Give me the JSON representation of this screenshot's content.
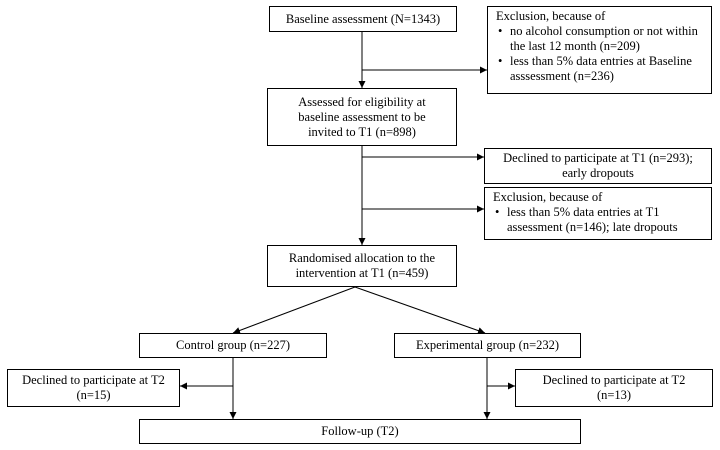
{
  "nodes": {
    "baseline": {
      "label": "Baseline assessment (N=1343)"
    },
    "exclusion_baseline": {
      "heading": "Exclusion, because of",
      "items": [
        "no alcohol consumption or not within the last 12 month (n=209)",
        "less than 5% data entries at Baseline asssessment (n=236)"
      ]
    },
    "eligibility": {
      "lines": [
        "Assessed for eligibility at",
        "baseline assessment to be",
        "invited to T1 (n=898)"
      ]
    },
    "declined_t1": {
      "lines": [
        "Declined to participate at T1 (n=293);",
        "early dropouts"
      ]
    },
    "exclusion_t1": {
      "heading": "Exclusion, because of",
      "items": [
        "less than 5% data entries at T1 assessment (n=146); late dropouts"
      ]
    },
    "randomised": {
      "lines": [
        "Randomised allocation to the",
        "intervention at T1 (n=459)"
      ]
    },
    "control": {
      "label": "Control group (n=227)"
    },
    "experimental": {
      "label": "Experimental group (n=232)"
    },
    "declined_t2_control": {
      "lines": [
        "Declined to participate at T2",
        "(n=15)"
      ]
    },
    "declined_t2_experimental": {
      "lines": [
        "Declined to participate at T2",
        "(n=13)"
      ]
    },
    "followup": {
      "label": "Follow-up (T2)"
    }
  }
}
